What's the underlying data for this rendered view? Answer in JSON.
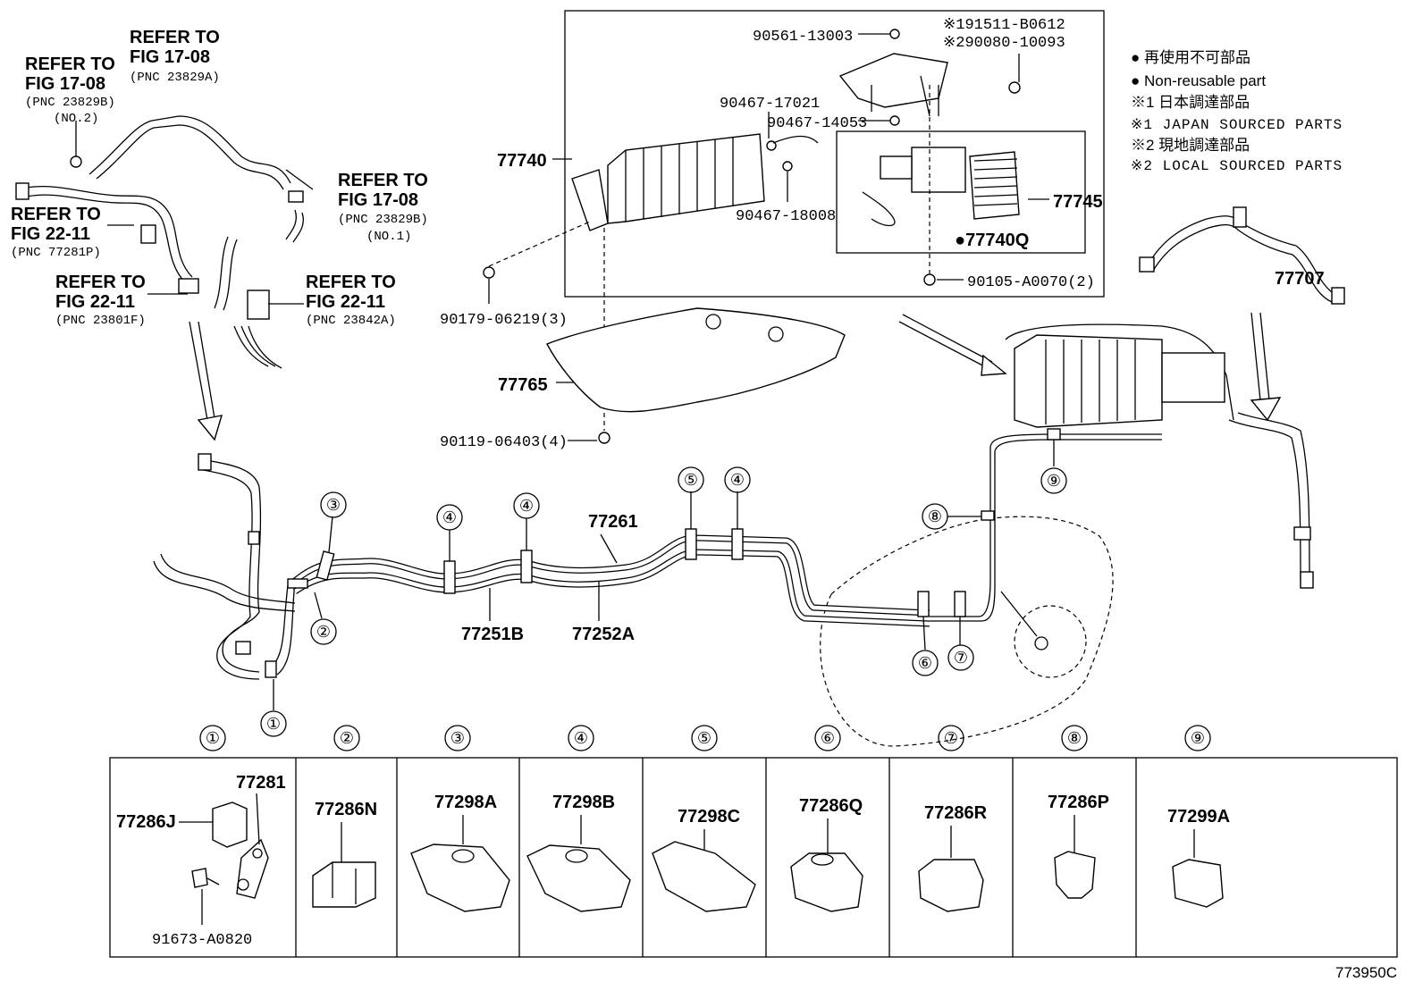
{
  "refer": {
    "r1": {
      "l1": "REFER TO",
      "l2": "FIG 17-08",
      "l3": "(PNC 23829A)"
    },
    "r2": {
      "l1": "REFER TO",
      "l2": "FIG 17-08",
      "l3": "(PNC 23829B)",
      "l4": "(NO.2)"
    },
    "r3": {
      "l1": "REFER TO",
      "l2": "FIG 17-08",
      "l3": "(PNC 23829B)",
      "l4": "(NO.1)"
    },
    "r4": {
      "l1": "REFER TO",
      "l2": "FIG 22-11",
      "l3": "(PNC 77281P)"
    },
    "r5": {
      "l1": "REFER TO",
      "l2": "FIG 22-11",
      "l3": "(PNC 23801F)"
    },
    "r6": {
      "l1": "REFER TO",
      "l2": "FIG 22-11",
      "l3": "(PNC 23842A)"
    }
  },
  "parts": {
    "p90561": "90561-13003",
    "p191511": "※191511-B0612",
    "p290080": "※290080-10093",
    "p90467a": "90467-17021",
    "p90467b": "90467-14053",
    "p90467c": "90467-18008",
    "p77740": "77740",
    "p77745": "77745",
    "p77740q": "●77740Q",
    "p90105": "90105-A0070(2)",
    "p90179": "90179-06219(3)",
    "p77765": "77765",
    "p90119": "90119-06403(4)",
    "p77707": "77707",
    "p77261": "77261",
    "p77251b": "77251B",
    "p77252a": "77252A"
  },
  "legend": {
    "l1": "● 再使用不可部品",
    "l2": "● Non-reusable part",
    "l3": "※1 日本調達部品",
    "l4": "※1 JAPAN SOURCED PARTS",
    "l5": "※2 現地調達部品",
    "l6": "※2 LOCAL SOURCED PARTS"
  },
  "callouts": [
    "①",
    "②",
    "③",
    "④",
    "⑤",
    "⑥",
    "⑦",
    "⑧",
    "⑨"
  ],
  "table": {
    "c1": {
      "a": "77281",
      "b": "77286J",
      "c": "91673-A0820"
    },
    "c2": "77286N",
    "c3": "77298A",
    "c4": "77298B",
    "c5": "77298C",
    "c6": "77286Q",
    "c7": "77286R",
    "c8": "77286P",
    "c9": "77299A"
  },
  "figure_id": "773950C"
}
